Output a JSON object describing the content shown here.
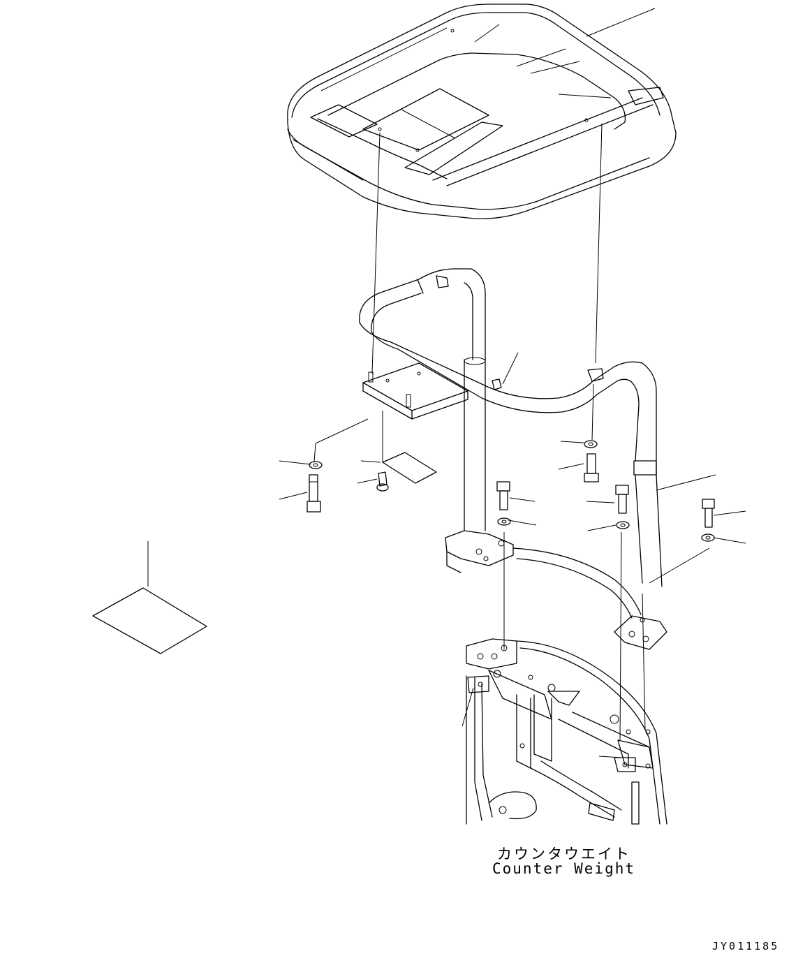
{
  "labels": {
    "counterweight_jp": "カウンタウエイト",
    "counterweight_en": "Counter Weight"
  },
  "drawing_number": "JY011185",
  "colors": {
    "line": "#000000",
    "background": "#ffffff"
  }
}
